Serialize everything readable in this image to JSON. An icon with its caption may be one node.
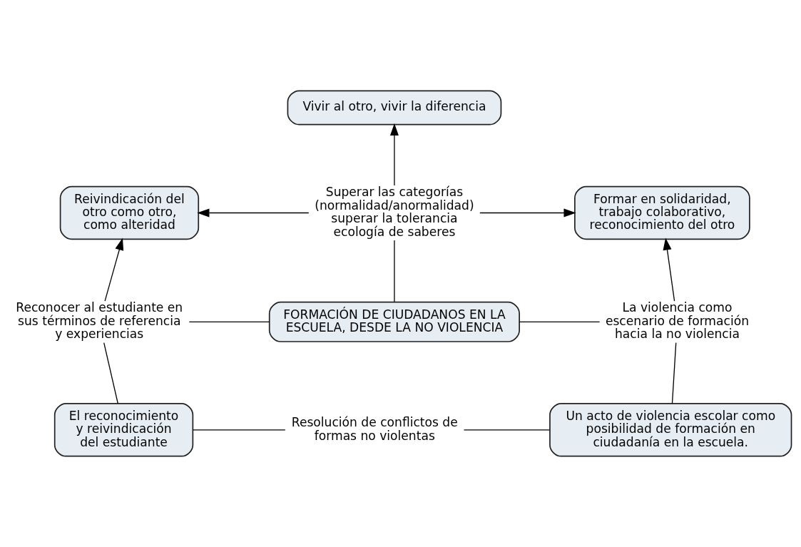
{
  "diagram": {
    "nodes": [
      {
        "text": [
          "Vivir al otro, vivir la diferencia"
        ]
      },
      {
        "text": [
          "Reivindicación del otro como otro, como alteridad"
        ]
      },
      {
        "text": [
          "Superar las categorías (normalidad/anormalidad) superar la tolerancia ecología de saberes"
        ]
      },
      {
        "text": [
          "Formar en solidaridad, trabajo colaborativo, reconocimiento del otro"
        ]
      },
      {
        "text": [
          "Reconocer al estudiante en sus términos de referencia y experiencias"
        ]
      },
      {
        "text": [
          "FORMACIÓN DE CIUDADANOS EN LA ESCUELA, DESDE LA NO VIOLENCIA"
        ]
      },
      {
        "text": [
          "La violencia como escenario de formación hacia la no violencia"
        ]
      },
      {
        "text": [
          "El reconocimiento y reivindicación del estudiante"
        ]
      },
      {
        "text": [
          "Resolución de conflictos de formas no violentas"
        ]
      },
      {
        "text": [
          "Un acto de violencia escolar como posibilidad de formación en ciudadanía en la escuela."
        ]
      }
    ],
    "edges": [
      {
        "from": 5,
        "to": 2,
        "arrow": "none"
      },
      {
        "from": 2,
        "to": 0,
        "arrow": "to"
      },
      {
        "from": 2,
        "to": 1,
        "arrow": "to"
      },
      {
        "from": 2,
        "to": 3,
        "arrow": "to"
      },
      {
        "from": 5,
        "to": 4,
        "arrow": "none"
      },
      {
        "from": 4,
        "to": 1,
        "arrow": "to"
      },
      {
        "from": 7,
        "to": 4,
        "arrow": "none"
      },
      {
        "from": 5,
        "to": 6,
        "arrow": "none"
      },
      {
        "from": 6,
        "to": 3,
        "arrow": "to"
      },
      {
        "from": 9,
        "to": 6,
        "arrow": "none"
      },
      {
        "from": 7,
        "to": 8,
        "arrow": "none"
      },
      {
        "from": 8,
        "to": 9,
        "arrow": "none"
      }
    ]
  }
}
